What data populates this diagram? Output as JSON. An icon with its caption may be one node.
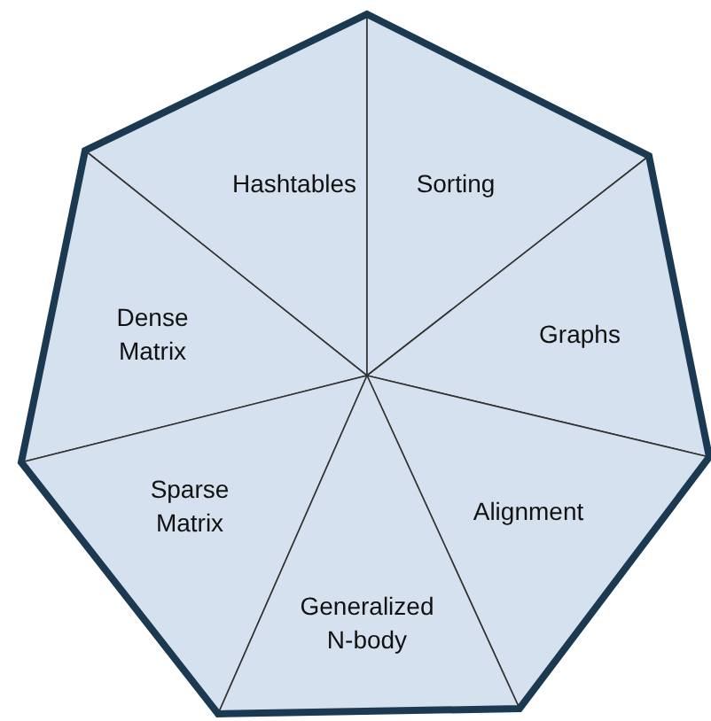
{
  "diagram": {
    "nodes": [
      {
        "text": [],
        "shape": "heptagon"
      },
      {
        "text": [
          "Hashtables"
        ],
        "in": 0
      },
      {
        "text": [
          "Sorting"
        ],
        "in": 0
      },
      {
        "text": [
          "Dense Matrix"
        ],
        "in": 0
      },
      {
        "text": [
          "Graphs"
        ],
        "in": 0
      },
      {
        "text": [
          "Sparse Matrix"
        ],
        "in": 0
      },
      {
        "text": [
          "Alignment"
        ],
        "in": 0
      },
      {
        "text": [
          "Generalized N-body"
        ],
        "in": 0
      }
    ]
  }
}
